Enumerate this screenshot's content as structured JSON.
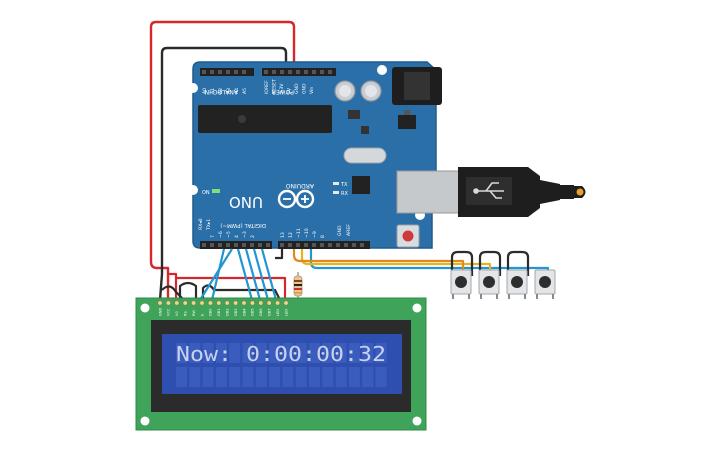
{
  "arduino": {
    "brand": "ARDUINO",
    "model": "UNO",
    "power_label": "POWER",
    "analog_label": "ANALOG IN",
    "digital_label": "DIGITAL (PWM~)",
    "on_label": "ON",
    "tx_label": "TX",
    "rx_label": "RX",
    "aref_label": "AREF",
    "gnd_label": "GND",
    "tx0_label": "TX▸1",
    "rx0_label": "RX◂0",
    "power_pins": [
      "IOREF",
      "RESET",
      "3.3V",
      "5V",
      "GND",
      "GND",
      "Vin"
    ],
    "analog_pins": [
      "A0",
      "A1",
      "A2",
      "A3",
      "A4",
      "A5"
    ],
    "digital_pins": [
      "7",
      "~6",
      "~5",
      "4",
      "~3",
      "2"
    ],
    "digital_pins_high": [
      "13",
      "12",
      "~11",
      "~10",
      "~9",
      "8"
    ]
  },
  "lcd": {
    "display_text": "Now:  0:00:00:32",
    "pin_labels": [
      "GND",
      "VCC",
      "V0",
      "RS",
      "RW",
      "E",
      "DB0",
      "DB1",
      "DB2",
      "DB3",
      "DB4",
      "DB5",
      "DB6",
      "DB7",
      "LED",
      "LED"
    ]
  },
  "colors": {
    "board": "#2A6FA8",
    "lcd_pcb": "#3FA35A",
    "lcd_screen": "#2E4FB0",
    "wire_red": "#D6282C",
    "wire_black": "#2B2B2B",
    "wire_blue": "#2196D3",
    "wire_yellow": "#E8B21C",
    "wire_orange": "#E08A1C"
  },
  "buttons": {
    "count": 4
  }
}
